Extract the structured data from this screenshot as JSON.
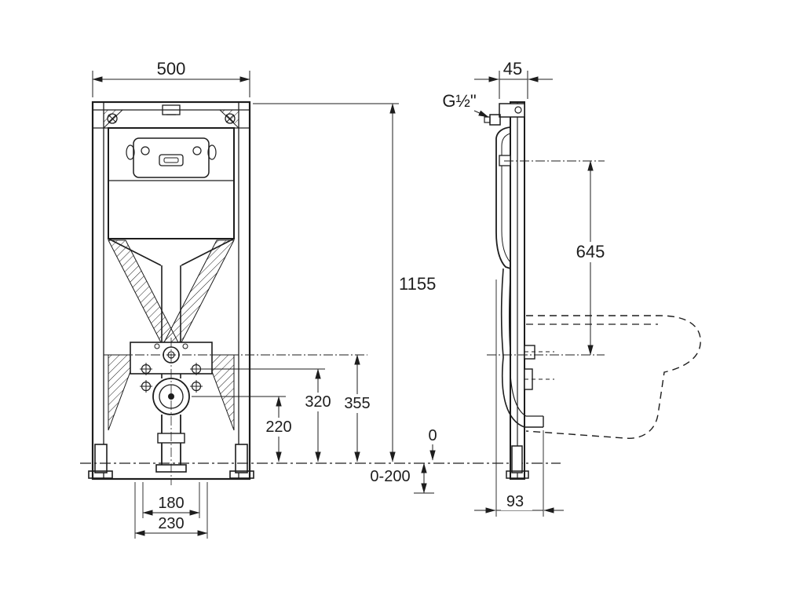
{
  "page": {
    "background": "#ffffff",
    "line_color": "#1d1d1d"
  },
  "drawing": {
    "labels": {
      "width": "500",
      "height": "1155",
      "depth": "45",
      "thread": "G½\"",
      "supply_height": "645",
      "outlet_height": "355",
      "mid_height": "320",
      "low_height": "220",
      "floor": "0",
      "foot_range": "0-200",
      "bolt_spacing": "180",
      "fixing_width": "230",
      "floor_depth": "93"
    }
  }
}
